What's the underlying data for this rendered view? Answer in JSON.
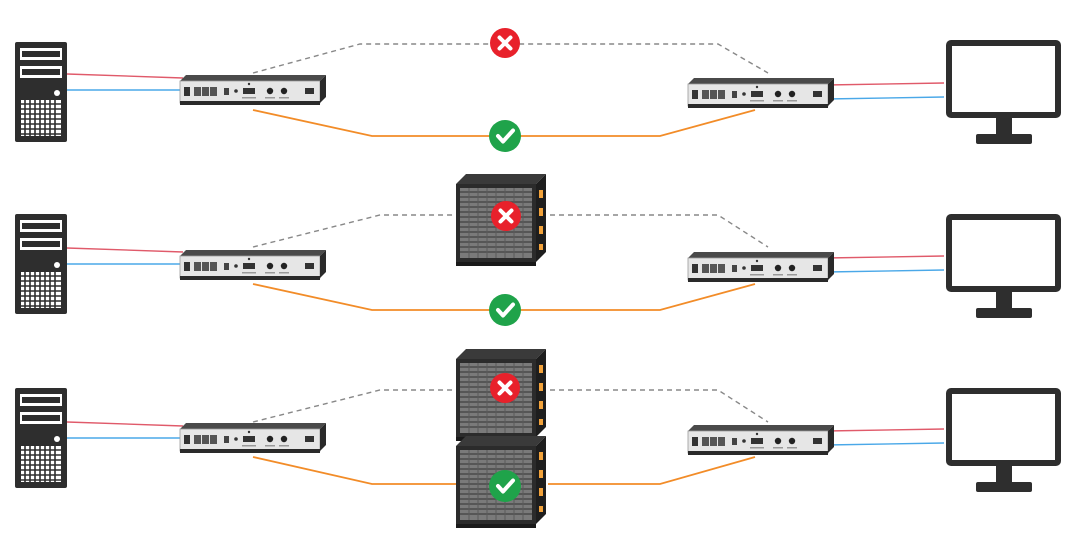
{
  "diagram": {
    "scenarios": [
      {
        "primary_link": {
          "status": "failed",
          "status_icon": "x-icon",
          "via_switch": false
        },
        "backup_link": {
          "status": "ok",
          "status_icon": "check-icon",
          "via_switch": false
        }
      },
      {
        "primary_link": {
          "status": "failed",
          "status_icon": "x-icon",
          "via_switch": true
        },
        "backup_link": {
          "status": "ok",
          "status_icon": "check-icon",
          "via_switch": false
        }
      },
      {
        "primary_link": {
          "status": "failed",
          "status_icon": "x-icon",
          "via_switch": true
        },
        "backup_link": {
          "status": "ok",
          "status_icon": "check-icon",
          "via_switch": true
        }
      }
    ],
    "colors": {
      "failed": "#e8212b",
      "ok": "#1fa34a",
      "primary_line": "#888888",
      "backup_line": "#f28c28",
      "video_cable": "#e05a6a",
      "usb_cable": "#4aa8e8",
      "device_dark": "#2e2e2e"
    }
  }
}
